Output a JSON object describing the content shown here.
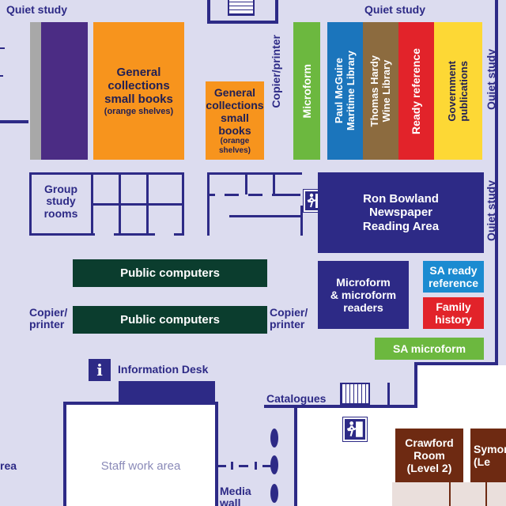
{
  "labels": {
    "quiet_study_top_left": "Quiet study",
    "quiet_study_top_right": "Quiet study",
    "quiet_study_right_1": "Quiet study",
    "quiet_study_right_2": "Quiet study",
    "copier_vertical": "Copier/printer",
    "copier_left": "Copier/\nprinter",
    "copier_right": "Copier/\nprinter",
    "information_desk": "Information Desk",
    "info_symbol": "i",
    "catalogues": "Catalogues",
    "area_edge": "rea",
    "media_wall": "Media\nwall"
  },
  "zones": {
    "general_1_title": "General\ncollections\nsmall books",
    "general_1_note": "(orange shelves)",
    "general_2_title": "General\ncollections\nsmall books",
    "general_2_note": "(orange shelves)",
    "microform": "Microform",
    "maritime": "Paul McGuire\nMaritime Library",
    "wine": "Thomas Hardy\nWine Library",
    "ready_reference": "Ready reference",
    "government": "Government\npublications",
    "group_study": "Group\nstudy\nrooms",
    "newspaper": "Ron Bowland\nNewspaper\nReading Area",
    "public_computers_1": "Public computers",
    "public_computers_2": "Public computers",
    "microform_readers": "Microform\n& microform\nreaders",
    "sa_ready": "SA ready\nreference",
    "family_history": "Family\nhistory",
    "sa_microform": "SA microform",
    "staff_work": "Staff work area",
    "crawford": "Crawford\nRoom\n(Level 2)",
    "symon": "Symon\n(Le"
  },
  "icons": {
    "exit_1": "emergency-exit-icon",
    "exit_2": "emergency-exit-icon",
    "info": "information-icon",
    "stairs_top": "stairs-icon",
    "stairs_catalogues": "stairs-icon"
  },
  "colors": {
    "floor": "#dcdcef",
    "navy": "#2d2a86",
    "purple": "#4b2c84",
    "orange": "#f7941d",
    "green": "#6cb83f",
    "blue": "#1b75bc",
    "brown": "#8c6b3f",
    "red": "#e2232a",
    "yellow": "#fdd835",
    "dark_green": "#0b3d2e",
    "sa_blue": "#1b8bd1",
    "maroon": "#6e2a12"
  }
}
